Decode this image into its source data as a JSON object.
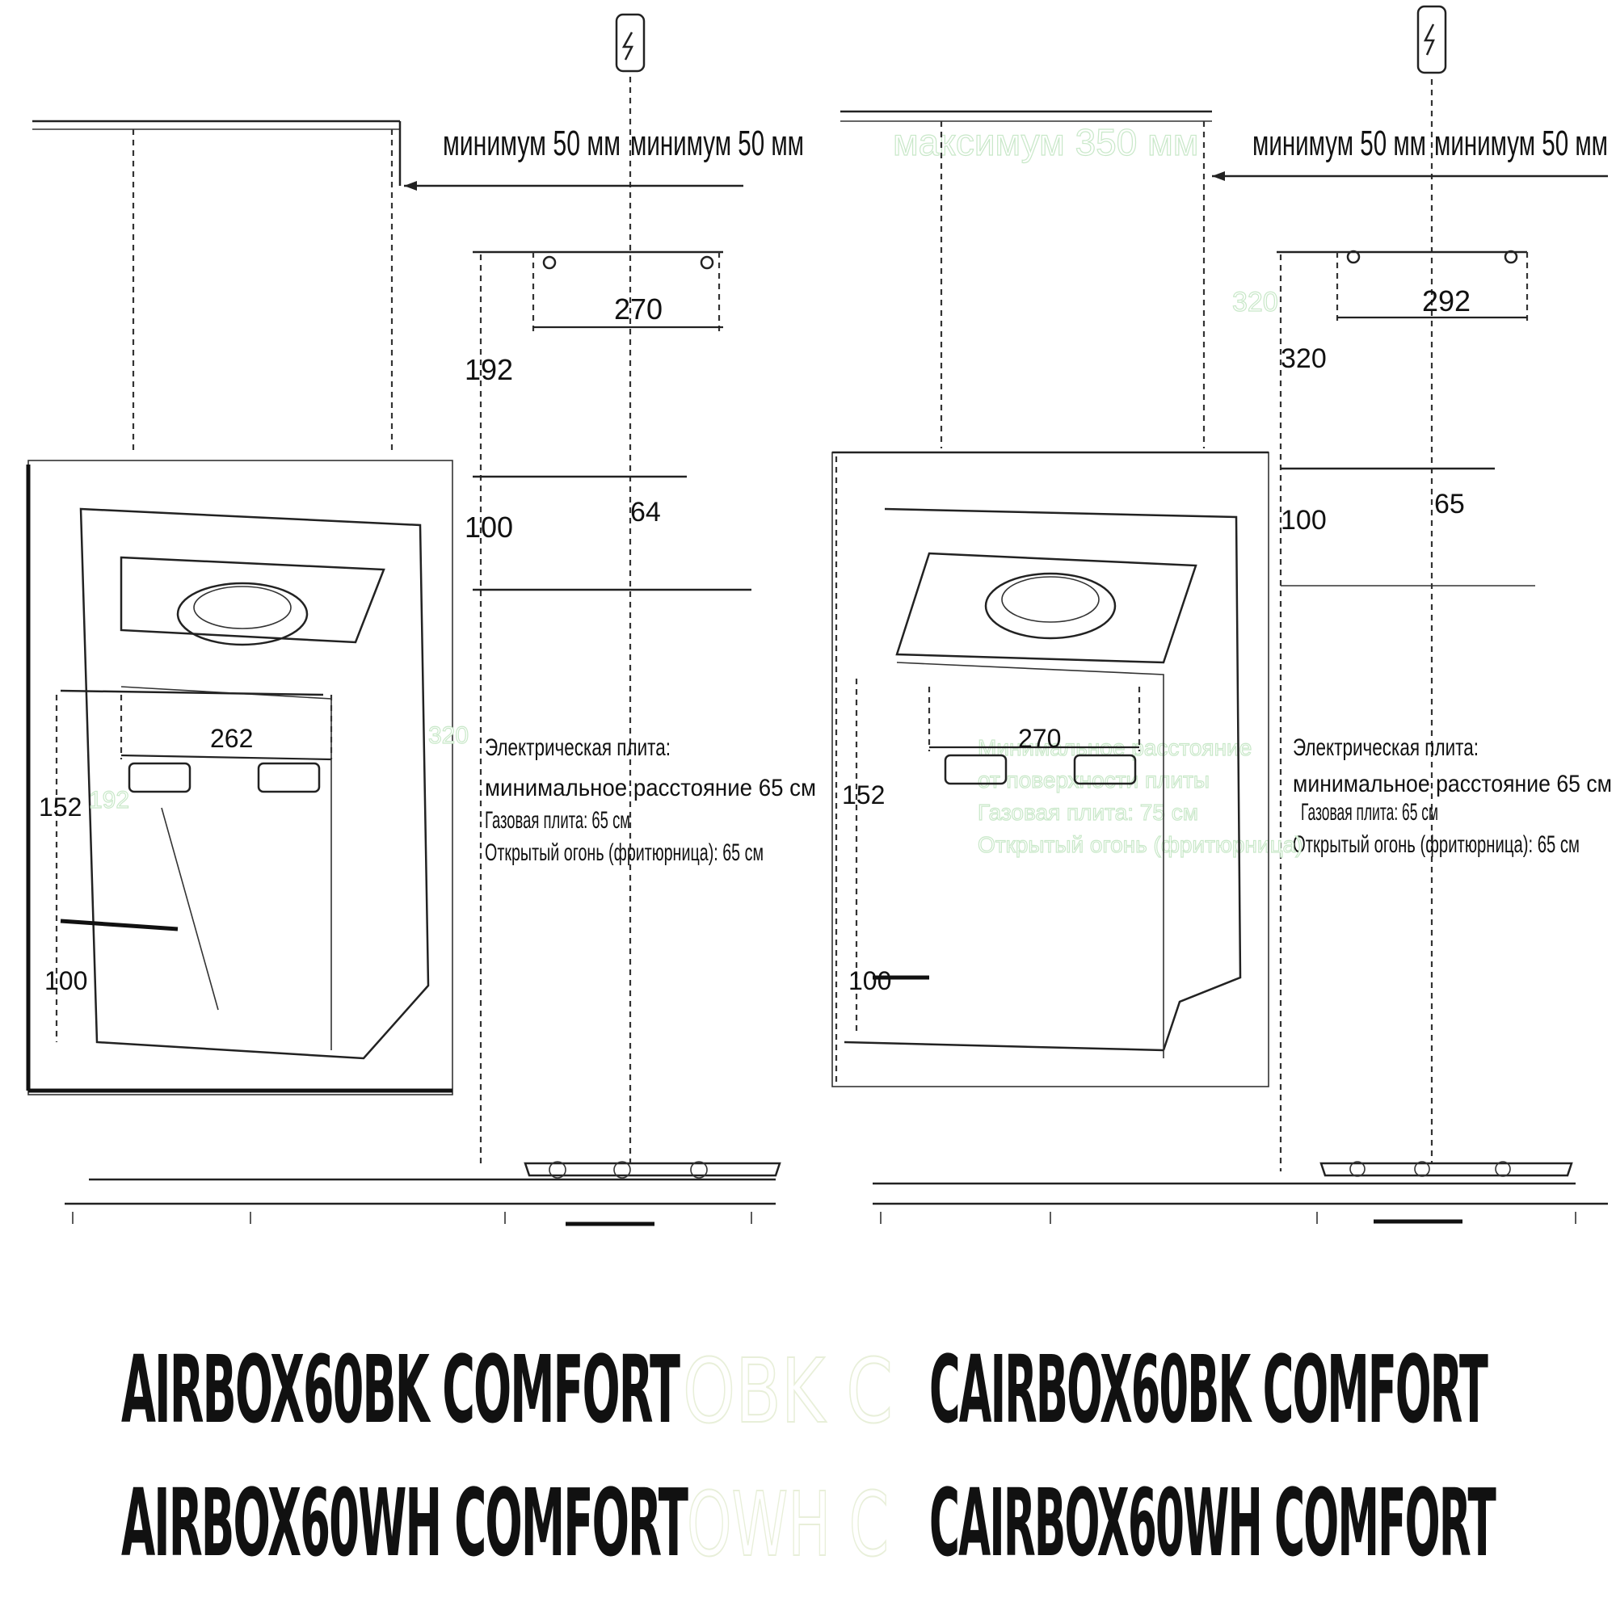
{
  "left_panel": {
    "label_min_left": "минимум 50 мм",
    "label_min_right": "минимум 50 мм",
    "dim_top_width": "270",
    "dim_vertical": "192",
    "dim_gap": "100",
    "dim_right_small": "64",
    "dim_inner_width": "262",
    "dim_inner_height": "152",
    "dim_bottom_left": "100",
    "dim_ghost_320": "320",
    "dim_ghost_192": "192",
    "note_lines": [
      "Электрическая плита:",
      "минимальное расстояние 65 см",
      "Газовая плита: 65 см",
      "Открытый огонь (фритюрница): 65 см"
    ]
  },
  "right_panel": {
    "label_max": "максимум 350 мм",
    "label_min_left": "минимум 50 мм",
    "label_min_right": "минимум 50 мм",
    "dim_top_width": "292",
    "dim_vertical": "320",
    "dim_gap": "100",
    "dim_right_small": "65",
    "dim_inner_width": "270",
    "dim_inner_height": "152",
    "dim_bottom_left": "100",
    "note_lines": [
      "Электрическая плита:",
      "минимальное расстояние 65 см",
      "Газовая плита: 65 см",
      "Открытый огонь (фритюрница): 65 см"
    ],
    "ghost_note_lines": [
      "Минимальное расстояние",
      "от поверхности плиты",
      "Газовая плита: 75 см",
      "Открытый огонь (фритюрница)"
    ]
  },
  "titles": {
    "row1_left": "AIRBOX60BK COMFORT",
    "row1_ghost": "OBK C",
    "row1_right": "CAIRBOX60BK COMFORT",
    "row2_left": "AIRBOX60WH COMFORT",
    "row2_ghost": "OWH C",
    "row2_right": "CAIRBOX60WH COMFORT"
  },
  "icons": [
    "plug-icon-left",
    "plug-icon-right",
    "burner-icon"
  ]
}
